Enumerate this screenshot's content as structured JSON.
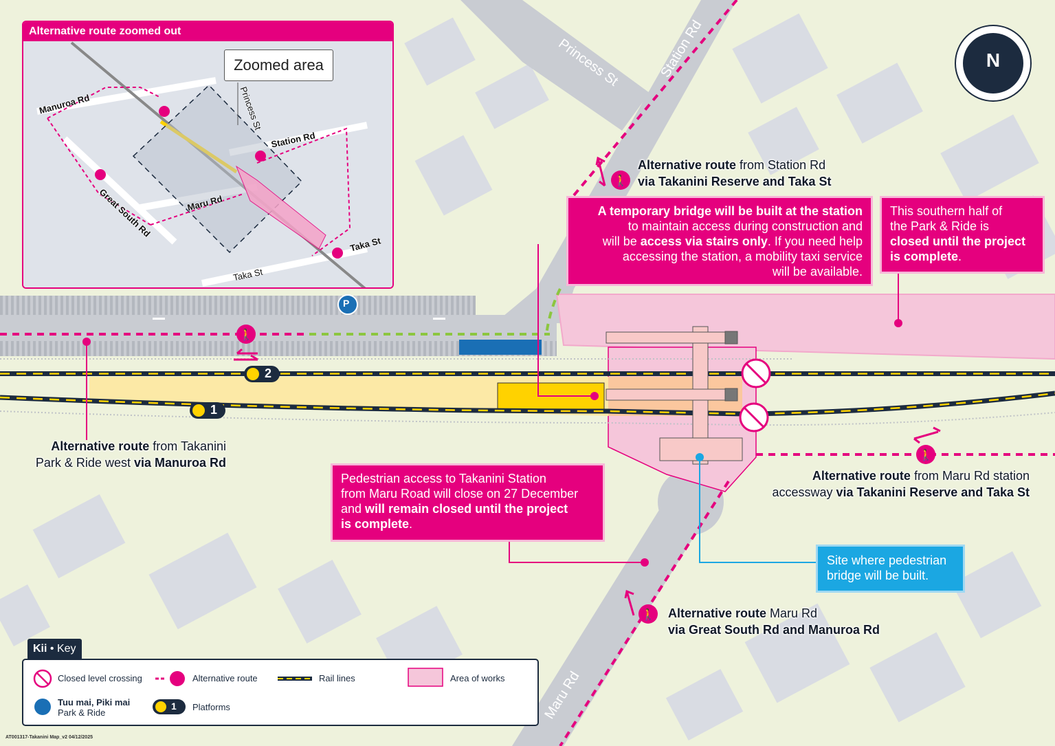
{
  "inset": {
    "title": "Alternative route zoomed out",
    "zoomed_area": "Zoomed area",
    "roads": {
      "manuroa": "Manuroa Rd",
      "princess": "Princess St",
      "station": "Station Rd",
      "great_south": "Great South Rd",
      "maru": "Maru Rd",
      "taka_st_1": "Taka St",
      "taka_st_2": "Taka St"
    }
  },
  "roads": {
    "princess": "Princess St",
    "station": "Station Rd",
    "maru": "Maru Rd"
  },
  "routes": {
    "station_rd": {
      "a": "Alternative route",
      "b": " from Station Rd",
      "c": "via Takanini Reserve and Taka St"
    },
    "park_ride": {
      "a": "Alternative route",
      "b": " from Takanini",
      "c": "Park & Ride west ",
      "d": "via Manuroa Rd"
    },
    "maru_accessway": {
      "a": "Alternative route",
      "b": " from Maru Rd station",
      "c": "accessway ",
      "d": "via Takanini Reserve and Taka St"
    },
    "maru_rd": {
      "a": "Alternative route",
      "b": " Maru Rd",
      "c": "via Great South Rd and Manuroa Rd"
    }
  },
  "callouts": {
    "bridge": {
      "l1": "A temporary bridge will be built at the station",
      "l2": "to maintain access during construction and",
      "l3a": "will be ",
      "l3b": "access via stairs only",
      "l3c": ". If you need help",
      "l4": "accessing the station, a mobility taxi service",
      "l5": "will be available."
    },
    "park_ride": {
      "l1": "This southern half of",
      "l2": "the Park & Ride is",
      "l3": "closed until the project",
      "l4": "is complete",
      "l4b": "."
    },
    "maru_access": {
      "l1": "Pedestrian access to Takanini Station",
      "l2": "from Maru Road will close on 27 December",
      "l3a": "and ",
      "l3b": "will remain closed until the project",
      "l4": "is complete",
      "l4b": "."
    },
    "site": {
      "l1": "Site where pedestrian",
      "l2": "bridge will be built."
    }
  },
  "platforms": {
    "p1": "1",
    "p2": "2"
  },
  "north": "N",
  "key": {
    "title_a": "Kii",
    "title_sep": " • ",
    "title_b": "Key",
    "closed_crossing": "Closed level crossing",
    "alt_route": "Alternative route",
    "rail_lines": "Rail lines",
    "area_works": "Area of works",
    "park_ride_a": "Tuu mai, Piki mai",
    "park_ride_b": "Park & Ride",
    "platforms": "Platforms",
    "platform_num": "1"
  },
  "footer": "AT001317-Takanini Map_v2 04/12/2025",
  "colors": {
    "magenta": "#e5007e",
    "navy": "#1c2b3f",
    "blue": "#1ba7e2",
    "yellow": "#ffd200",
    "green": "#8cc63f",
    "works": "#f5c6da"
  }
}
